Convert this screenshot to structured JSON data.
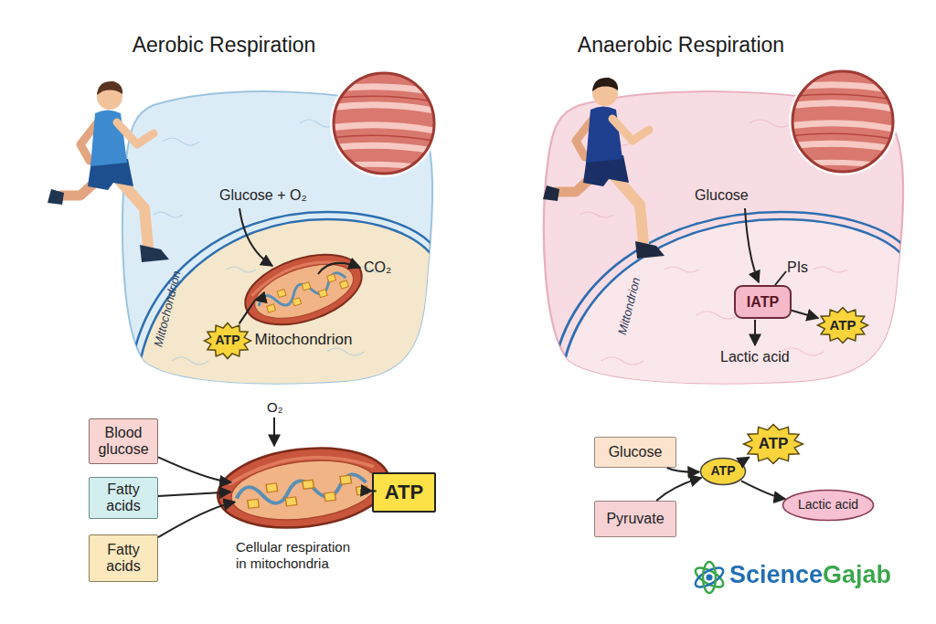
{
  "diagram": {
    "nodes": [
      {
        "text": [
          "Mittochondrion"
        ]
      },
      {
        "text": [
          "Mitochondrion"
        ],
        "in": 0
      },
      {
        "text": [
          "ATP"
        ],
        "in": 0
      },
      {
        "text": [
          "Mittondrion"
        ]
      },
      {
        "text": [
          "IATP"
        ],
        "in": 3
      },
      {
        "text": [
          "ATP"
        ],
        "in": 3
      },
      {
        "text": [
          "Blood glucose"
        ]
      },
      {
        "text": [
          "Fatty acids"
        ]
      },
      {
        "text": [
          "Fatty acids"
        ]
      },
      {
        "text": [
          "Cellular respiration in mitochondria"
        ]
      },
      {
        "text": [
          "ATP"
        ]
      },
      {
        "text": [
          "Glucose"
        ]
      },
      {
        "text": [
          "Pyruvate"
        ]
      },
      {
        "text": [
          "ATP"
        ]
      },
      {
        "text": [
          "ATP"
        ]
      },
      {
        "text": [
          "Lactic acid"
        ]
      }
    ],
    "edges": [
      {
        "from": 2,
        "to": 1,
        "arrow": "to"
      },
      {
        "from": 4,
        "to": 5,
        "arrow": "to"
      },
      {
        "from": 6,
        "to": 9,
        "arrow": "to"
      },
      {
        "from": 7,
        "to": 9,
        "arrow": "to"
      },
      {
        "from": 8,
        "to": 9,
        "arrow": "to"
      },
      {
        "from": 9,
        "to": 10,
        "arrow": "to"
      },
      {
        "from": 11,
        "to": 13,
        "arrow": "to"
      },
      {
        "from": 12,
        "to": 13,
        "arrow": "to"
      },
      {
        "from": 13,
        "to": 14,
        "arrow": "to"
      },
      {
        "from": 13,
        "to": 15,
        "arrow": "to"
      }
    ],
    "labels": [
      "Aerobic Respiration",
      "Anaerobic Respiration",
      "Glucose + O₂",
      "CO₂",
      "Glucose",
      "PIs",
      "Lactic acid",
      "O₂",
      "ScienceGajab"
    ]
  }
}
